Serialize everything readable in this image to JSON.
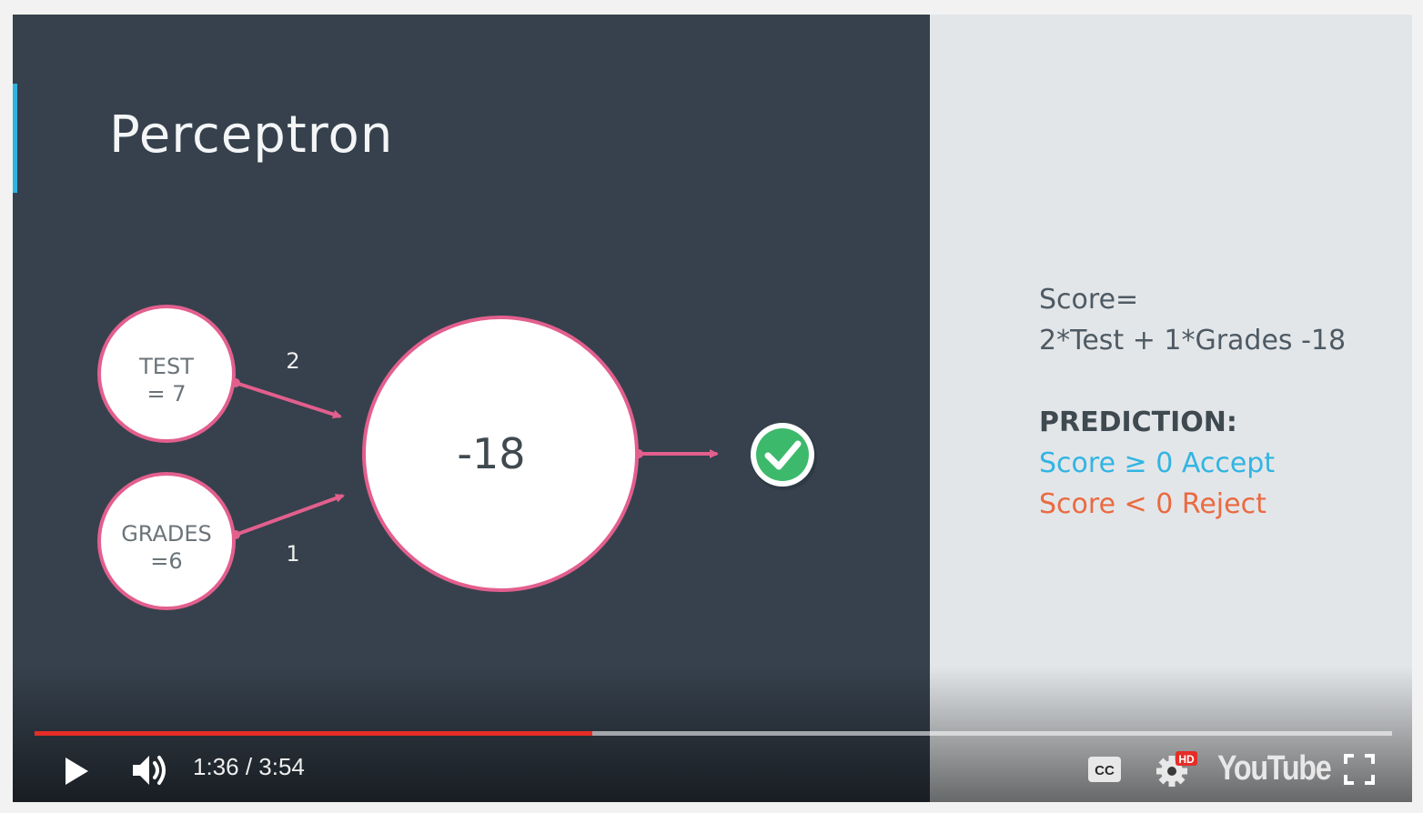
{
  "slide": {
    "title": "Perceptron",
    "inputs": [
      {
        "line1": "TEST",
        "line2": "= 7",
        "weight": "2"
      },
      {
        "line1": "GRADES",
        "line2": "=6",
        "weight": "1"
      }
    ],
    "node_value": "-18",
    "output_icon": "checkmark-icon",
    "score_label": "Score=",
    "score_formula": "2*Test + 1*Grades -18",
    "prediction_label": "PREDICTION:",
    "accept_rule": "Score ≥ 0 Accept",
    "reject_rule": "Score < 0 Reject"
  },
  "colors": {
    "slide_bg": "#36414d",
    "panel_bg": "#e3e6e9",
    "edge": "#e35f8d",
    "accept": "#31b5e2",
    "reject": "#ea6a41",
    "check": "#3db96c",
    "progress_played": "#e52d27"
  },
  "player": {
    "current_time": "1:36",
    "duration": "3:54",
    "time_display": "1:36 / 3:54",
    "progress_fraction": 0.411,
    "brand": "YouTube",
    "hd_badge": "HD",
    "icons": [
      "play-icon",
      "volume-icon",
      "captions-icon",
      "settings-icon",
      "youtube-logo",
      "fullscreen-icon"
    ]
  }
}
